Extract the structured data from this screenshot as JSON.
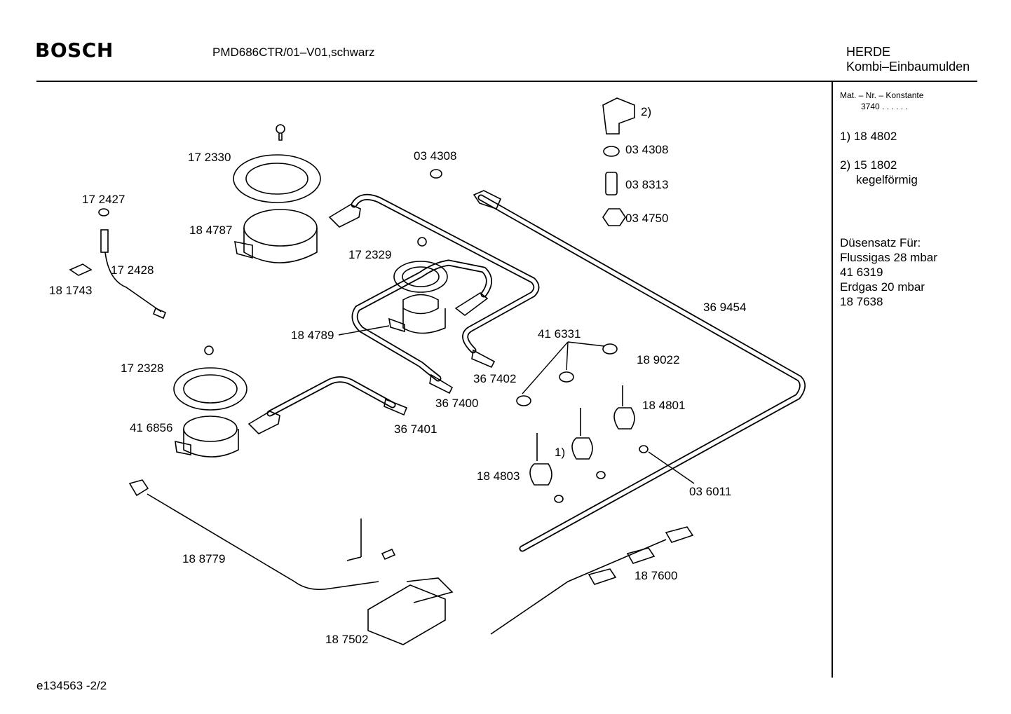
{
  "header": {
    "brand": "BOSCH",
    "model": "PMD686CTR/01–V01,schwarz",
    "category_line1": "HERDE",
    "category_line2": "Kombi–Einbaumulden"
  },
  "sidebar": {
    "mat_label": "Mat. – Nr. – Konstante",
    "mat_value": "3740   .  .  .  .  .  .",
    "note1": "1)  18 4802",
    "note2": "2)  15 1802",
    "note2b": "kegelförmig",
    "nozzle_title": "Düsensatz Für:",
    "nozzle_line1": "Flussigas 28 mbar",
    "nozzle_line2": "41 6319",
    "nozzle_line3": "Erdgas 20 mbar",
    "nozzle_line4": "18 7638"
  },
  "labels": {
    "p172330": "17 2330",
    "p034308a": "03 4308",
    "p034308b": "03 4308",
    "p038313": "03 8313",
    "p034750": "03 4750",
    "p2": "2)",
    "p172427": "17 2427",
    "p184787": "18 4787",
    "p172428": "17 2428",
    "p181743": "18 1743",
    "p172329": "17 2329",
    "p369454": "36 9454",
    "p184789": "18 4789",
    "p416331": "41 6331",
    "p189022": "18 9022",
    "p172328": "17 2328",
    "p367402": "36 7402",
    "p367400": "36 7400",
    "p184801": "18 4801",
    "p416856": "41 6856",
    "p367401": "36 7401",
    "p1": "1)",
    "p184803": "18 4803",
    "p036011": "03 6011",
    "p188779": "18 8779",
    "p187600": "18 7600",
    "p187502": "18 7502"
  },
  "footer": {
    "doc_id": "e134563   -2/2"
  }
}
